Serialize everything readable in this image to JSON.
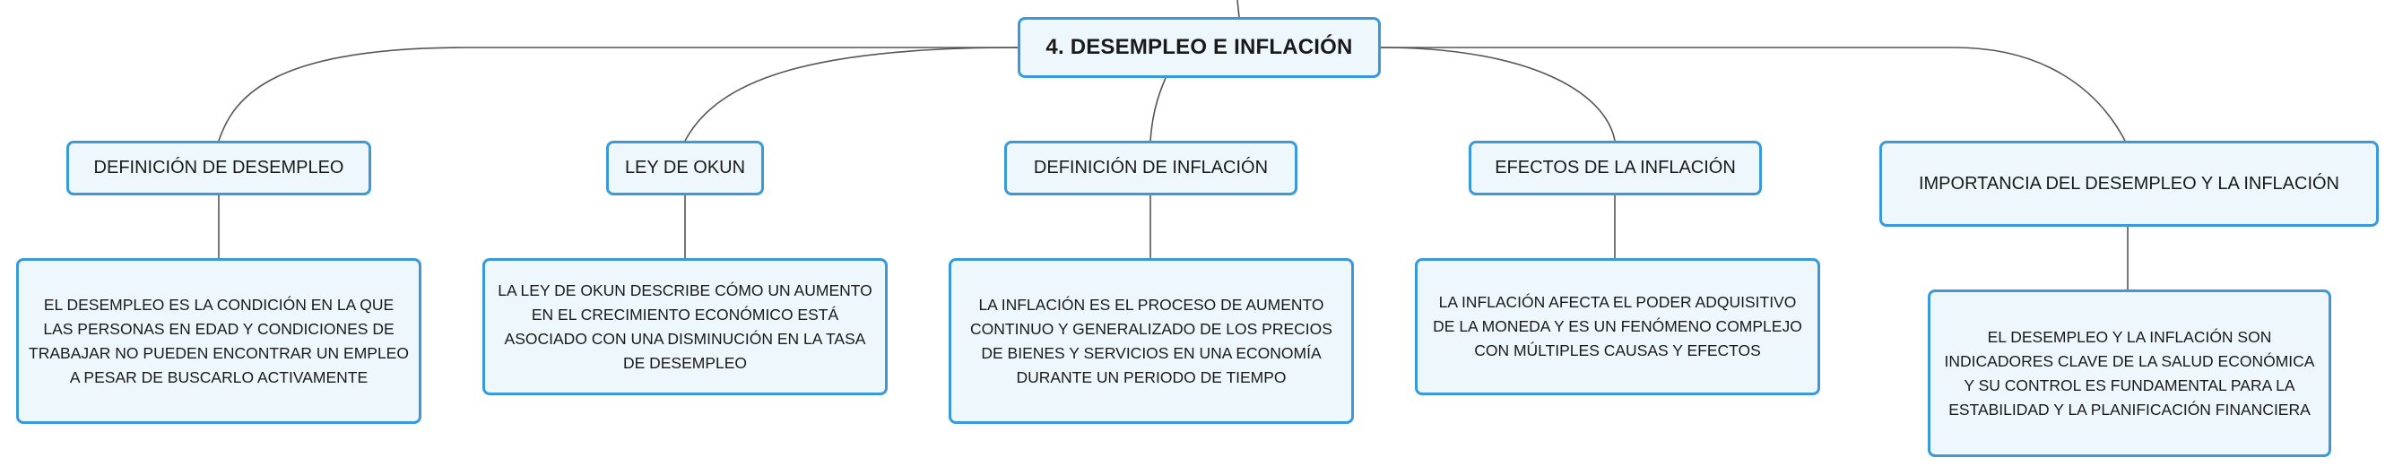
{
  "root": {
    "title": "4. DESEMPLEO E INFLACIÓN"
  },
  "topics": [
    {
      "label": "DEFINICIÓN DE DESEMPLEO",
      "description": "EL DESEMPLEO ES LA CONDICIÓN EN LA QUE LAS PERSONAS EN EDAD Y CONDICIONES DE TRABAJAR NO PUEDEN ENCONTRAR UN EMPLEO A PESAR DE BUSCARLO ACTIVAMENTE"
    },
    {
      "label": "LEY DE OKUN",
      "description": "LA LEY DE OKUN DESCRIBE CÓMO UN AUMENTO EN EL CRECIMIENTO ECONÓMICO ESTÁ ASOCIADO CON UNA DISMINUCIÓN EN LA TASA DE DESEMPLEO"
    },
    {
      "label": "DEFINICIÓN DE INFLACIÓN",
      "description": "LA INFLACIÓN ES EL PROCESO DE AUMENTO CONTINUO Y GENERALIZADO DE LOS PRECIOS DE BIENES Y SERVICIOS EN UNA ECONOMÍA DURANTE UN PERIODO DE TIEMPO"
    },
    {
      "label": "EFECTOS DE LA INFLACIÓN",
      "description": "LA INFLACIÓN AFECTA EL PODER ADQUISITIVO DE LA MONEDA Y ES UN FENÓMENO COMPLEJO CON MÚLTIPLES CAUSAS Y EFECTOS"
    },
    {
      "label": "IMPORTANCIA DEL DESEMPLEO Y LA INFLACIÓN",
      "description": "EL DESEMPLEO Y LA INFLACIÓN SON INDICADORES CLAVE DE LA SALUD ECONÓMICA Y SU CONTROL ES FUNDAMENTAL PARA LA ESTABILIDAD Y LA PLANIFICACIÓN FINANCIERA"
    }
  ],
  "colors": {
    "node_border": "#3a9ad9",
    "node_fill": "#eef7fc",
    "connector": "#555555",
    "text": "#1a1a1a"
  }
}
